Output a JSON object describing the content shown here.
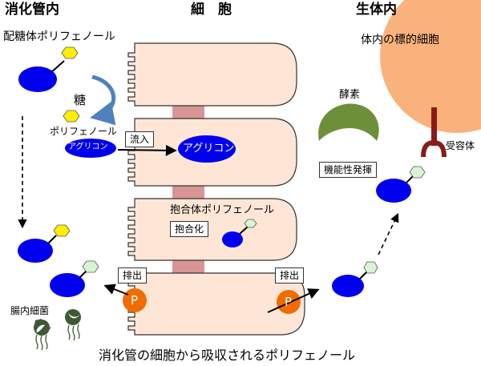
{
  "headings": {
    "digestive_tract": "消化管内",
    "cell": "細　胞",
    "in_body": "生体内"
  },
  "labels": {
    "glycoside_polyphenol": "配糖体ポリフェノール",
    "sugar": "糖",
    "polyphenol": "ポリフェノール",
    "aglycone_small": "アグリコン",
    "aglycone_cell": "アグリコン",
    "conjugated_polyphenol": "抱合体ポリフェノール",
    "target_cell": "体内の標的細胞",
    "enzyme": "酵素",
    "receptor": "受容体",
    "gut_bacteria": "腸内細菌",
    "phosphate_left": "P",
    "phosphate_right": "P"
  },
  "boxes": {
    "inflow": "流入",
    "conjugation": "抱合化",
    "excretion_left": "排出",
    "excretion_right": "排出",
    "function": "機能性発揮"
  },
  "caption": "消化管の細胞から吸収されるポリフェノール",
  "colors": {
    "cell_fill": "#fde6d6",
    "junction": "#d99595",
    "molecule_blue": "#0000ee",
    "sugar_yellow": "#ffee00",
    "conjugate_green": "#d7f5d2",
    "target_cell": "#f9b27c",
    "enzyme": "#6e8f3a",
    "receptor": "#8b1a1a",
    "phosphate": "#ef6d00",
    "bacteria": "#3d5a34"
  }
}
